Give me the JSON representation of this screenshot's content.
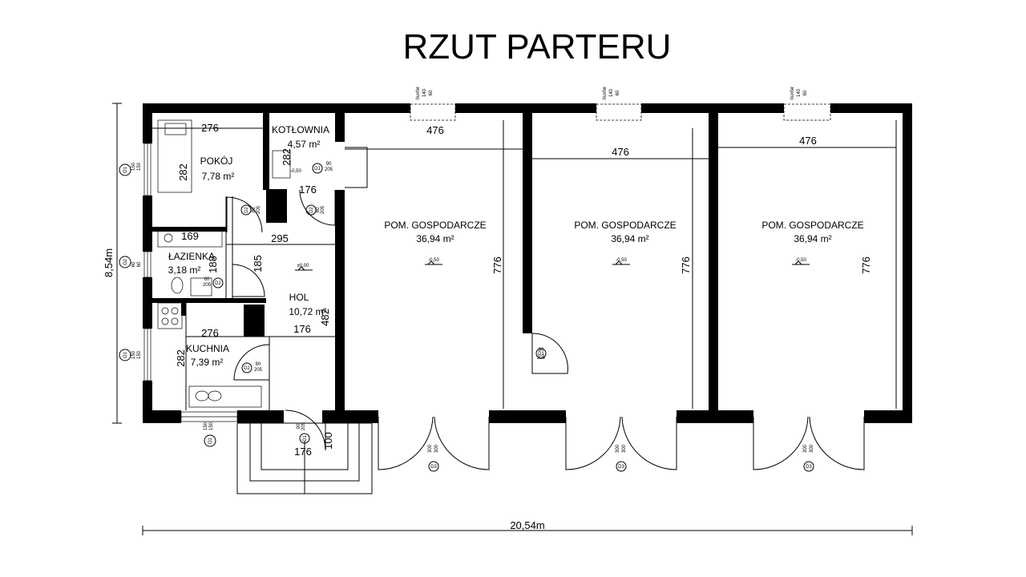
{
  "title": "RZUT PARTERU",
  "overall": {
    "width": "20,54m",
    "depth": "8,54m"
  },
  "rooms": [
    {
      "name": "POKÓJ",
      "area": "7,78 m²"
    },
    {
      "name": "KOTŁOWNIA",
      "area": "4,57 m²"
    },
    {
      "name": "ŁAZIENKA",
      "area": "3,18 m²"
    },
    {
      "name": "HOL",
      "area": "10,72 m²"
    },
    {
      "name": "KUCHNIA",
      "area": "7,39 m²"
    },
    {
      "name": "POM. GOSPODARCZE",
      "area": "36,94 m²"
    },
    {
      "name": "POM. GOSPODARCZE",
      "area": "36,94 m²"
    },
    {
      "name": "POM. GOSPODARCZE",
      "area": "36,94 m²"
    }
  ],
  "dims": [
    "276",
    "282",
    "476",
    "476",
    "476",
    "776",
    "776",
    "776",
    "282",
    "176",
    "295",
    "169",
    "185",
    "188",
    "176",
    "482",
    "276",
    "282",
    "176",
    "100"
  ],
  "tags": [
    "O1",
    "O2",
    "O1",
    "O1",
    "D1",
    "D2",
    "D2",
    "D2",
    "D2",
    "D1",
    "D1",
    "D3",
    "D3",
    "D3"
  ],
  "notes": [
    "±0,00",
    "-0,50",
    "-0,50",
    "-0,50",
    "-0,50"
  ],
  "window_labels": [
    "150",
    "150",
    "60",
    "60",
    "150",
    "150",
    "150",
    "150",
    "90",
    "205",
    "80",
    "205",
    "80",
    "205",
    "60",
    "205",
    "80",
    "205",
    "90",
    "205",
    "90",
    "205",
    "300",
    "300",
    "300",
    "300",
    "300",
    "300"
  ],
  "top_window_label": "Iluxfer",
  "top_window_sizes": [
    "140",
    "60"
  ]
}
